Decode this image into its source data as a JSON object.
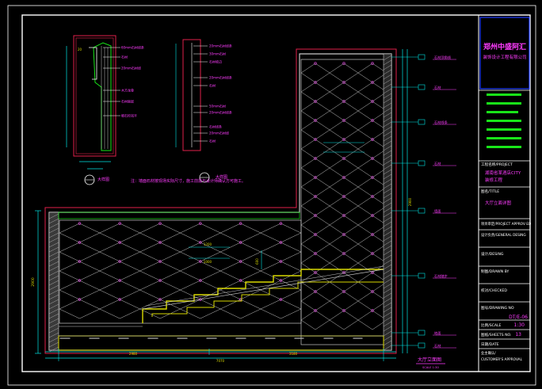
{
  "colors": {
    "background": "#000000",
    "frame": "#ffffff",
    "outline": "#e0204a",
    "wall": "#c8c8c8",
    "pattern": "#d23cd2",
    "dimension": "#00e5e5",
    "fill": "#d9d900",
    "title_text": "#ff3cff",
    "logo_box": "#1e3cff",
    "bar": "#19e619",
    "label": "#ffffff"
  },
  "titleblock": {
    "company": "郑州中盛阿汇",
    "company_sub": "装饰设计工程有限公司",
    "project_label": "工程名称/PROJECT",
    "project_name": "湖南省某酒店CITY",
    "project_name2": "装修工程",
    "title_label": "图名/TITLE",
    "title_value": "大厅立面详图",
    "approved_label": "项目审定/PROJECT APPROV ED",
    "general_label": "设计负责/GENERAL DESING",
    "design_label": "设计/DESING",
    "drawn_label": "制图/DRAWN BY",
    "checked_label": "校对/CHECKED",
    "drawing_no_label": "图号/DRAWING NO",
    "drawing_no": "DT/E-06",
    "scale_label": "比例/SCALE",
    "scale": "1:30",
    "sheet_label": "图纸/SHEETS NO.",
    "sheet": "13",
    "date_label": "日期/DATE",
    "approval_label": "业主确认/",
    "approval_label2": "CUSTOMER'S APPROVAL"
  },
  "drawing": {
    "main_title": "大厅立面图",
    "main_scale": "SCALE 1:30",
    "detail_a": "大样图",
    "detail_b": "大样图",
    "note": "注：墙面石材按现场实际尺寸，施工前需与设计师确认方可施工。",
    "left_dim": "2900",
    "bottom_dim_1": "2980",
    "bottom_dim_2": "3180",
    "total_dim": "7070",
    "right_dim": "2900",
    "inner_dim_1": "1200",
    "inner_dim_2": "1000",
    "inner_dim_3": "600"
  },
  "callouts_right": [
    "石材顶角线",
    "石材",
    "石材线条",
    "石材",
    "墙面",
    "石材踏步",
    "地面",
    "石材"
  ],
  "callouts_left": [
    "60mm石材线条",
    "石材",
    "20mm石材线",
    "木方龙骨",
    "石材面层",
    "细石砼找平"
  ],
  "callouts_mid": [
    "20mm石材线条",
    "30mm石材",
    "石材收边",
    "20mm石材线条",
    "石材",
    "50mm石材",
    "20mm石材线条",
    "石材线条",
    "20mm石材线",
    "石材"
  ]
}
